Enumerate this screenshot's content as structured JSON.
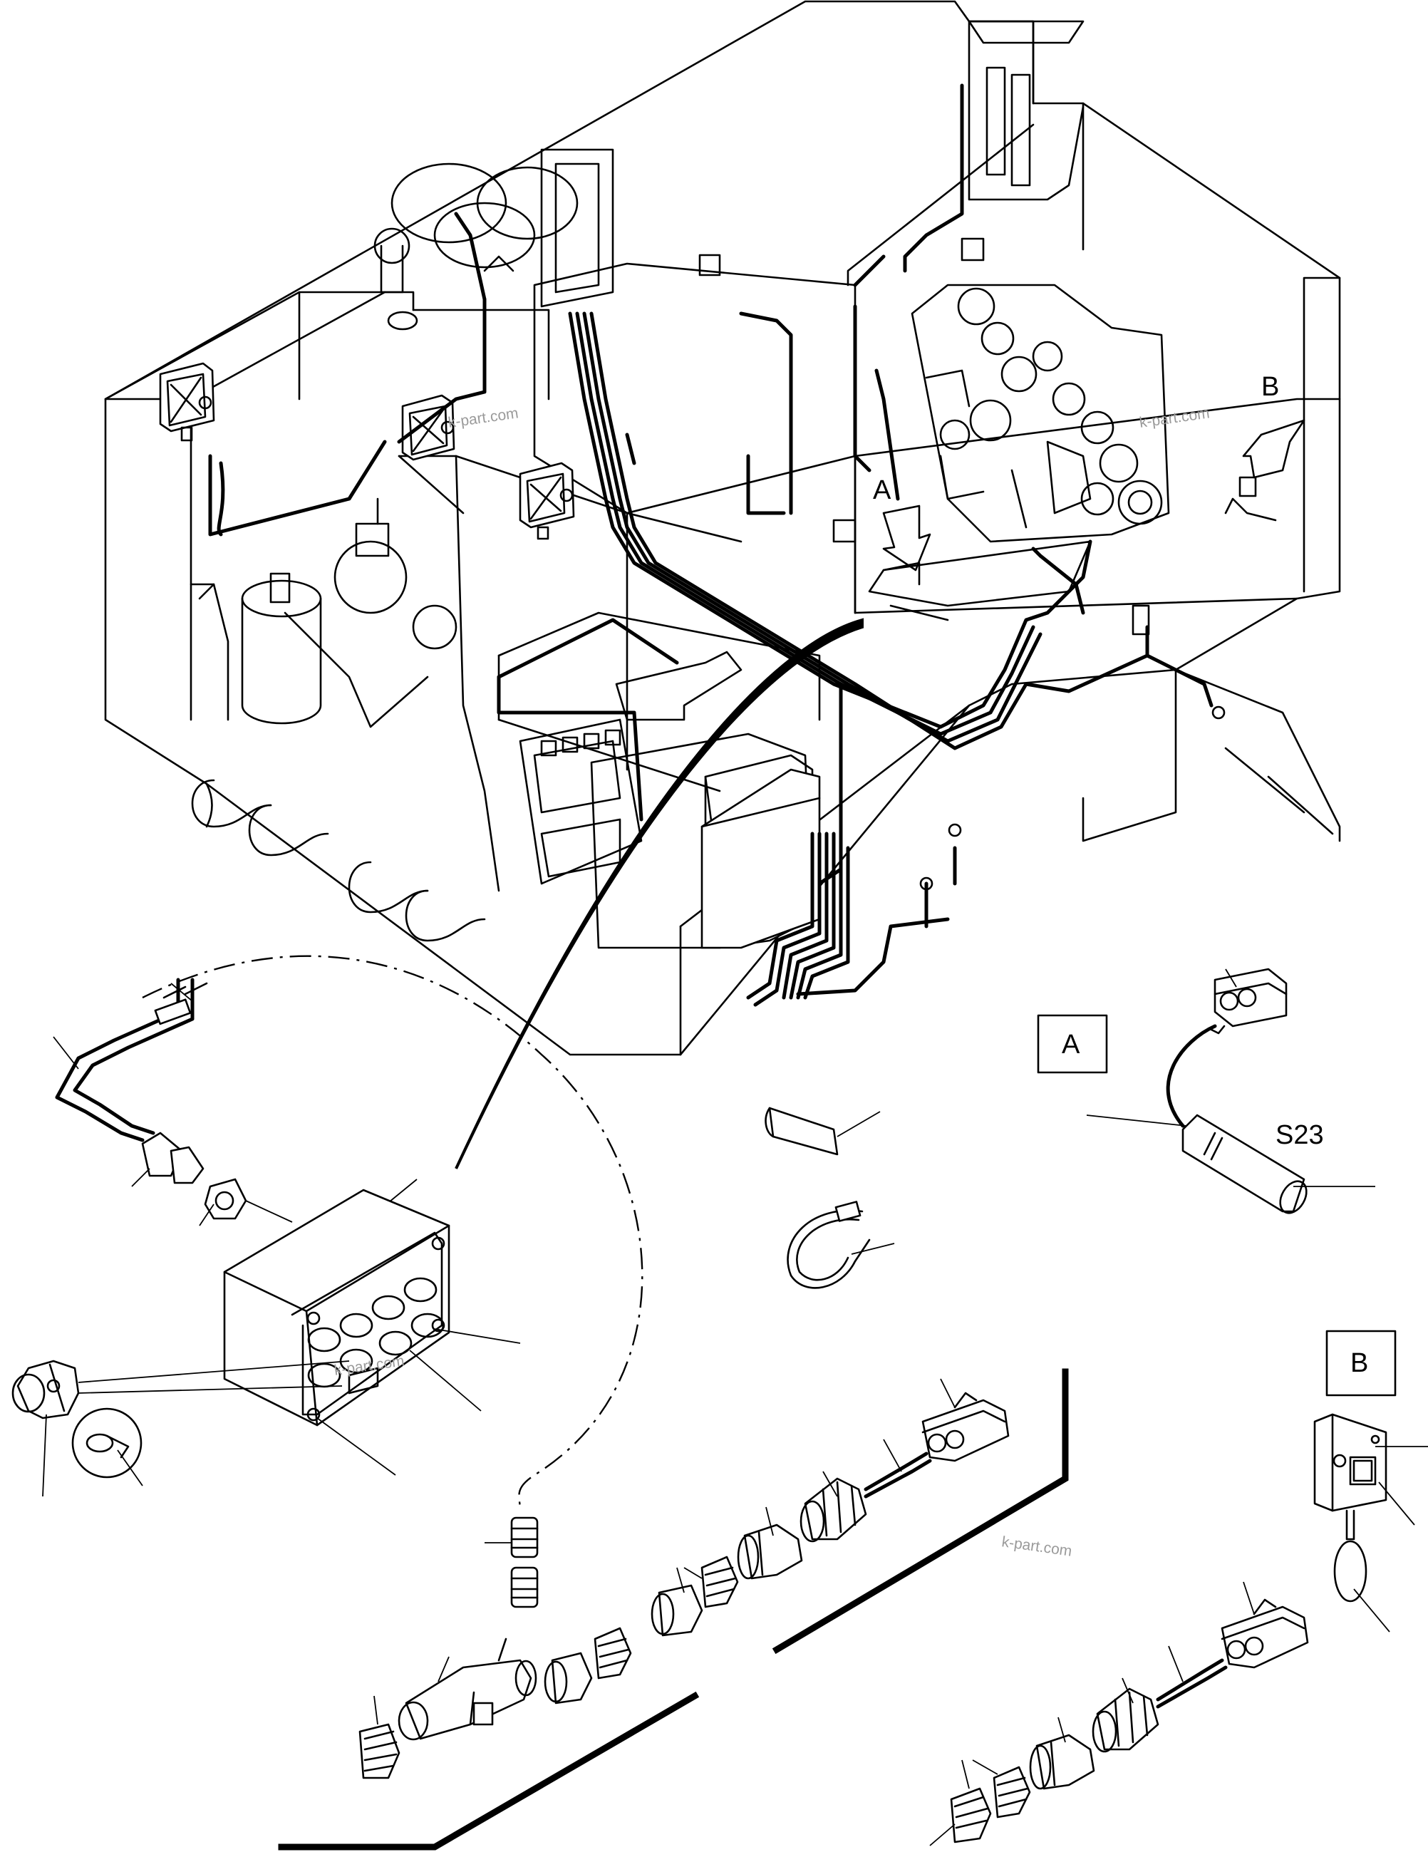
{
  "diagram": {
    "view_labels": {
      "a": "A",
      "b": "B"
    },
    "detail_labels": {
      "a": "A",
      "b": "B"
    },
    "component_labels": {
      "sensor": "S23"
    },
    "watermarks": [
      "k-part.com",
      "k-part.com",
      "k-part.com",
      "k-part.com"
    ]
  }
}
